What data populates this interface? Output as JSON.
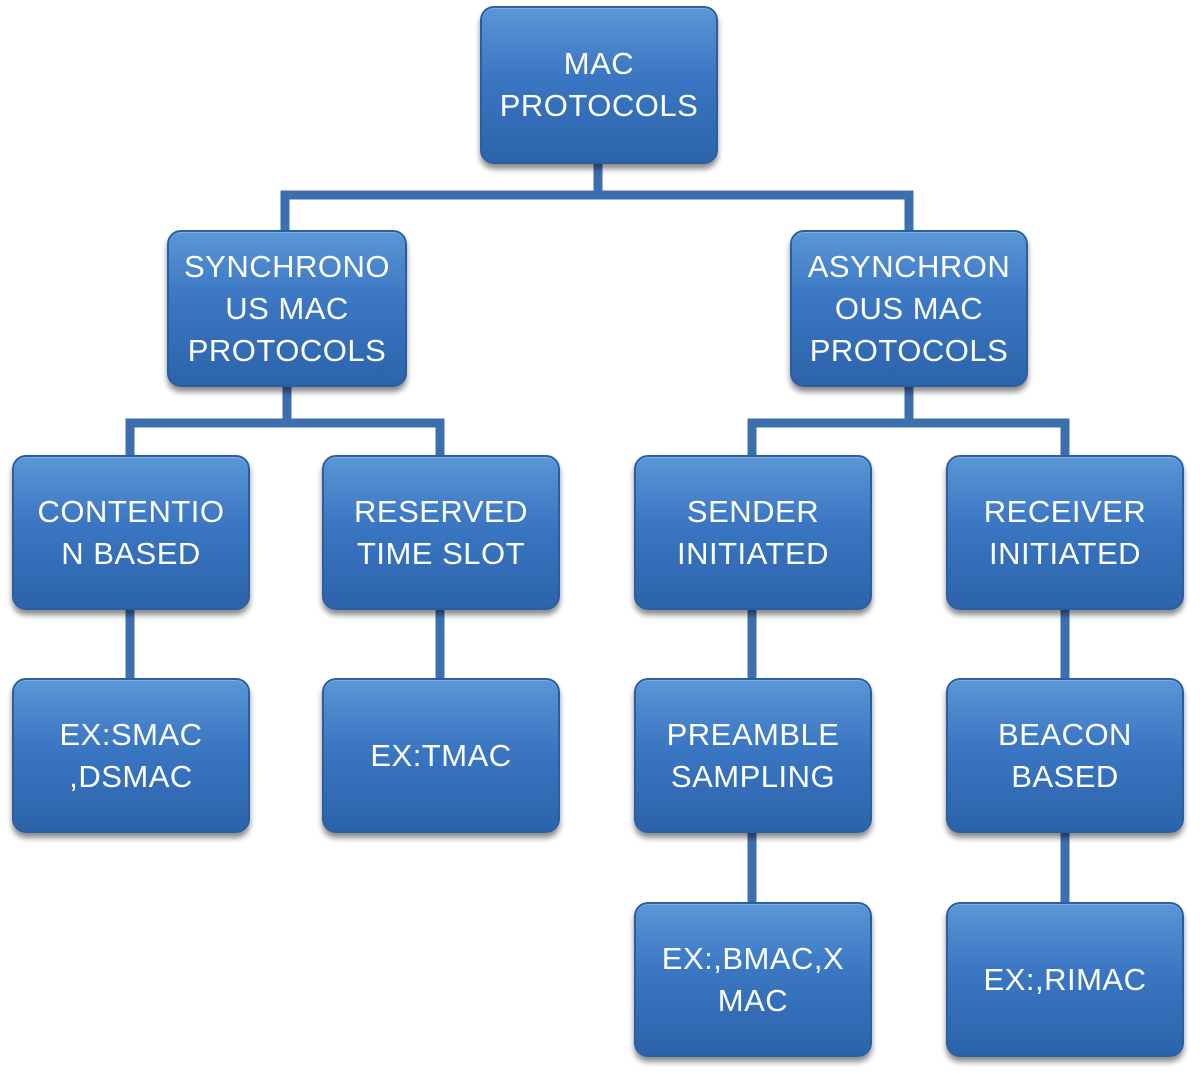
{
  "diagram": {
    "root": {
      "label": "MAC\nPROTOCOLS"
    },
    "synchronous": {
      "label": "SYNCHRONO\nUS MAC\nPROTOCOLS"
    },
    "asynchronous": {
      "label": "ASYNCHRON\nOUS MAC\nPROTOCOLS"
    },
    "contention_based": {
      "label": "CONTENTIO\nN BASED"
    },
    "reserved_time_slot": {
      "label": "RESERVED\nTIME SLOT"
    },
    "sender_initiated": {
      "label": "SENDER\nINITIATED"
    },
    "receiver_initiated": {
      "label": "RECEIVER\nINITIATED"
    },
    "ex_smac_dsmac": {
      "label": "EX:SMAC\n,DSMAC"
    },
    "ex_tmac": {
      "label": "EX:TMAC"
    },
    "preamble_sampling": {
      "label": "PREAMBLE\nSAMPLING"
    },
    "beacon_based": {
      "label": "BEACON\nBASED"
    },
    "ex_bmac_xmac": {
      "label": "EX:,BMAC,X\nMAC"
    },
    "ex_rimac": {
      "label": "EX:,RIMAC"
    }
  },
  "colors": {
    "node_fill": "#3a76c2",
    "node_border": "#2a5f9f",
    "connector": "#3d6fae",
    "text": "#ffffff"
  }
}
